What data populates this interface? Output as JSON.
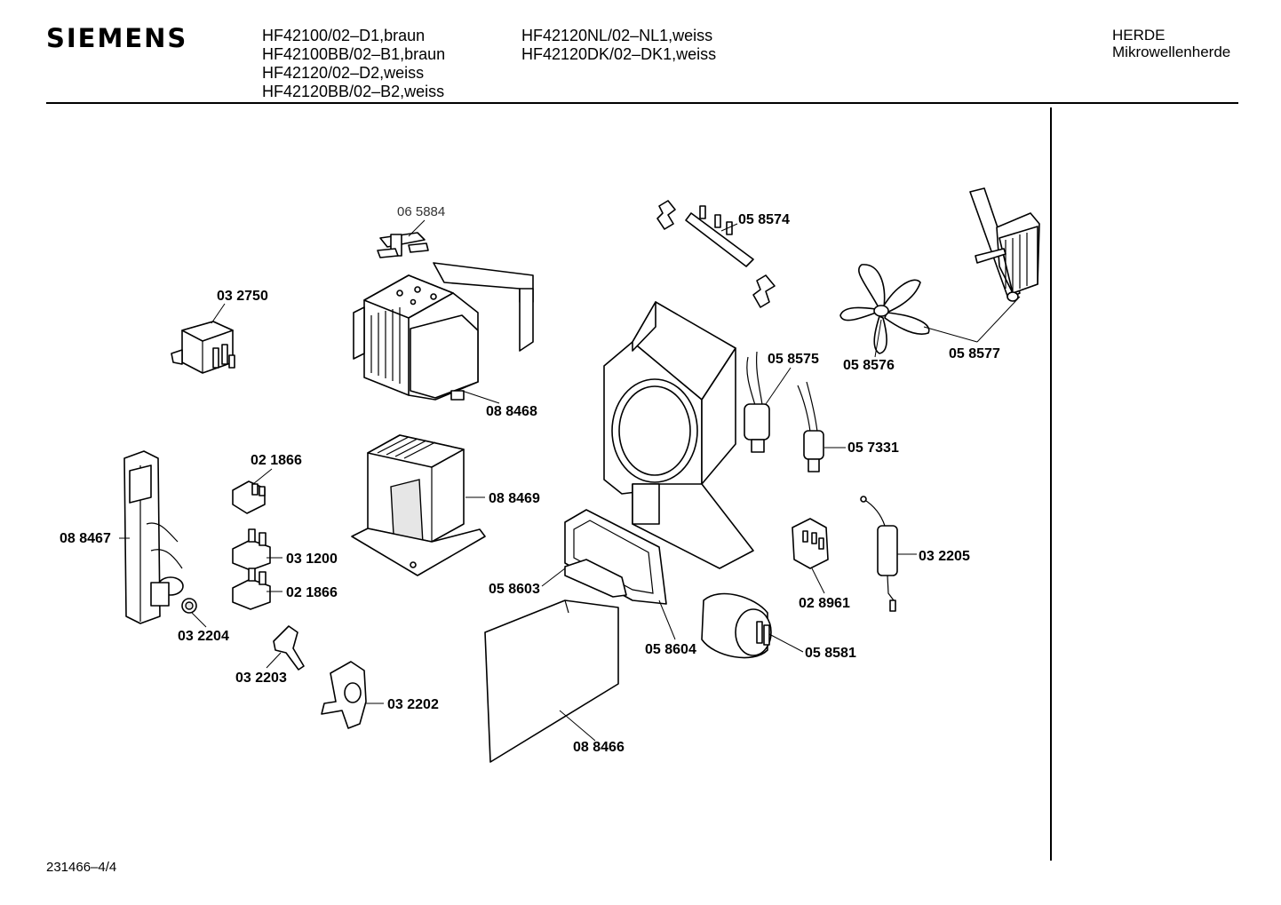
{
  "header": {
    "brand": "SIEMENS",
    "models_col1": [
      "HF42100/02–D1,braun",
      "HF42100BB/02–B1,braun",
      "HF42120/02–D2,weiss",
      "HF42120BB/02–B2,weiss"
    ],
    "models_col2": [
      "HF42120NL/02–NL1,weiss",
      "HF42120DK/02–DK1,weiss"
    ],
    "category": "HERDE",
    "subcategory": "Mikrowellenherde"
  },
  "footer": {
    "doc_number": "231466–4/4"
  },
  "parts": [
    {
      "id": "p065884",
      "label": "06 5884",
      "style": "light"
    },
    {
      "id": "p032750",
      "label": "03 2750"
    },
    {
      "id": "p088468",
      "label": "08 8468"
    },
    {
      "id": "p058574",
      "label": "05 8574"
    },
    {
      "id": "p058575",
      "label": "05 8575"
    },
    {
      "id": "p058576",
      "label": "05 8576"
    },
    {
      "id": "p058577",
      "label": "05 8577"
    },
    {
      "id": "p057331",
      "label": "05 7331"
    },
    {
      "id": "p021866a",
      "label": "02 1866"
    },
    {
      "id": "p088469",
      "label": "08 8469"
    },
    {
      "id": "p088467",
      "label": "08 8467"
    },
    {
      "id": "p031200",
      "label": "03 1200"
    },
    {
      "id": "p021866b",
      "label": "02 1866"
    },
    {
      "id": "p032204",
      "label": "03 2204"
    },
    {
      "id": "p032203",
      "label": "03 2203"
    },
    {
      "id": "p032202",
      "label": "03 2202"
    },
    {
      "id": "p058603",
      "label": "05 8603"
    },
    {
      "id": "p058604",
      "label": "05 8604"
    },
    {
      "id": "p088466",
      "label": "08 8466"
    },
    {
      "id": "p058581",
      "label": "05 8581"
    },
    {
      "id": "p028961",
      "label": "02 8961"
    },
    {
      "id": "p032205",
      "label": "03 2205"
    }
  ]
}
